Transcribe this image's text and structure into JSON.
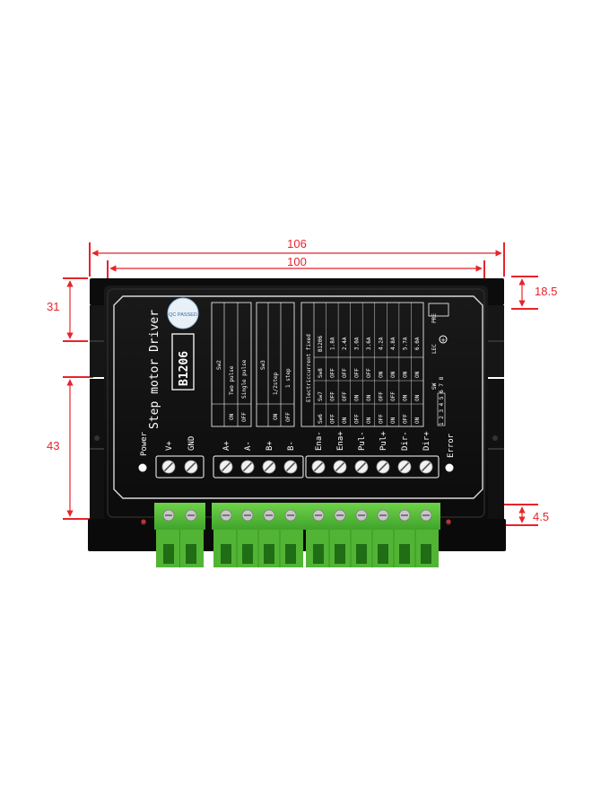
{
  "dimensions": {
    "width_total": "106",
    "width_inner": "100",
    "left_top": "31",
    "left_mid": "43",
    "right_top": "18.5",
    "right_bottom": "4.5"
  },
  "panel": {
    "title": "Step motor Driver",
    "model": "B1206",
    "power_label": "Power",
    "error_label": "Error",
    "seal_text": "QC PASSED",
    "sw2": {
      "header": "Sw2",
      "rows": [
        {
          "label": "Two pulse",
          "value": "ON"
        },
        {
          "label": "Single pulse",
          "value": "OFF"
        }
      ]
    },
    "sw3": {
      "header": "Sw3",
      "rows": [
        {
          "label": "1/2step",
          "value": "ON"
        },
        {
          "label": "1 step",
          "value": "OFF"
        }
      ]
    },
    "current_header": "Electriccurrent fixed",
    "current_table": {
      "columns": [
        "Sw6",
        "Sw7",
        "Sw8",
        "B1206"
      ],
      "rows": [
        [
          "OFF",
          "OFF",
          "OFF",
          "1.8A"
        ],
        [
          "ON",
          "OFF",
          "OFF",
          "2.4A"
        ],
        [
          "OFF",
          "ON",
          "OFF",
          "3.0A"
        ],
        [
          "ON",
          "ON",
          "OFF",
          "3.6A"
        ],
        [
          "OFF",
          "OFF",
          "ON",
          "4.2A"
        ],
        [
          "ON",
          "OFF",
          "ON",
          "4.8A"
        ],
        [
          "OFF",
          "ON",
          "ON",
          "5.7A"
        ],
        [
          "ON",
          "ON",
          "ON",
          "6.0A"
        ]
      ]
    },
    "sw_label": "SW",
    "sw_numbers": "1 2 3 4 5 6 7 8",
    "pre_label": "PRE",
    "lec_label": "LEC",
    "terminals": {
      "group1": [
        "V+",
        "GND"
      ],
      "group2": [
        "A+",
        "A-",
        "B+",
        "B-"
      ],
      "group3": [
        "Ena-",
        "Ena+",
        "Pul-",
        "Pul+",
        "Dir-",
        "Dir+"
      ]
    }
  },
  "colors": {
    "dimension": "#e8232a",
    "body": "#111111",
    "connector": "#5bbf3a"
  }
}
